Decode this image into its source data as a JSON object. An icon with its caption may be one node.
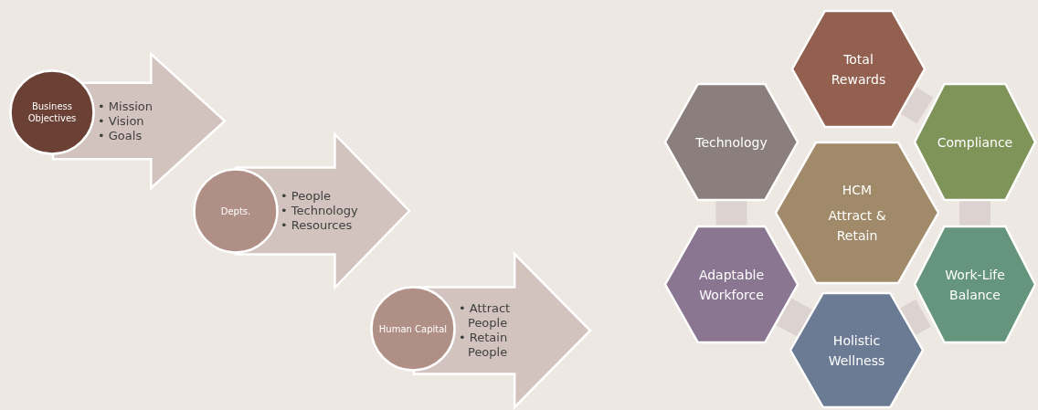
{
  "diagram": {
    "nodes": [
      {
        "text": [
          "Business Objectives"
        ]
      },
      {
        "text": [
          "• Mission",
          "• Vision",
          "• Goals"
        ]
      },
      {
        "text": [
          "Depts."
        ]
      },
      {
        "text": [
          "• People",
          "• Technology",
          "• Resources"
        ]
      },
      {
        "text": [
          "Human Capital"
        ]
      },
      {
        "text": [
          "• Attract People",
          "• Retain People"
        ]
      },
      {
        "text": [
          "Total Rewards"
        ]
      },
      {
        "text": [
          "Technology"
        ]
      },
      {
        "text": [
          "Compliance"
        ]
      },
      {
        "text": [
          "HCM",
          "Attract & Retain"
        ]
      },
      {
        "text": [
          "Adaptable Workforce"
        ]
      },
      {
        "text": [
          "Work-Life Balance"
        ]
      },
      {
        "text": [
          "Holistic Wellness"
        ]
      }
    ],
    "edges": [
      {
        "from": 6,
        "to": 8,
        "arrow": "none"
      },
      {
        "from": 8,
        "to": 11,
        "arrow": "none"
      },
      {
        "from": 11,
        "to": 12,
        "arrow": "none"
      },
      {
        "from": 12,
        "to": 10,
        "arrow": "none"
      },
      {
        "from": 10,
        "to": 7,
        "arrow": "none"
      }
    ]
  }
}
